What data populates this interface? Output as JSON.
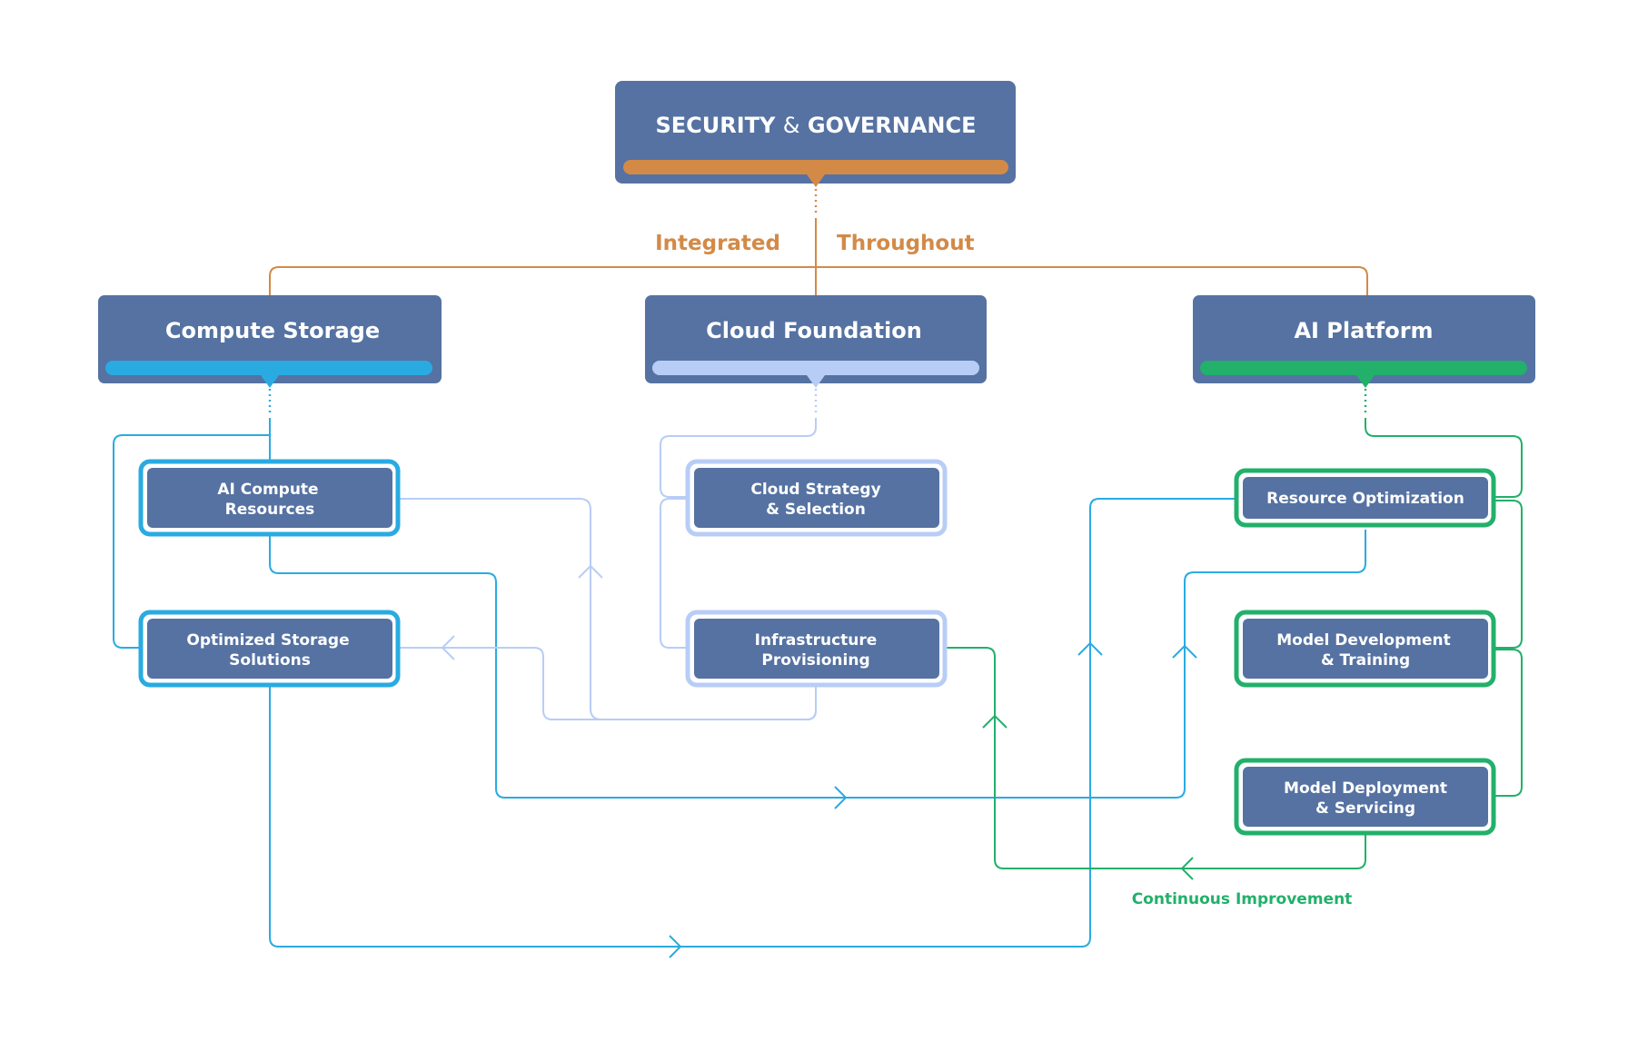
{
  "colors": {
    "node_fill": "#5572a2",
    "orange": "#d38a47",
    "blue": "#29abe2",
    "light_blue": "#b8cdf6",
    "green": "#22b06b",
    "text": "#ffffff"
  },
  "top": {
    "title_part1": "SECURITY",
    "title_amp": "&",
    "title_part2": "GOVERNANCE"
  },
  "connector_labels": {
    "left": "Integrated",
    "right": "Throughout",
    "feedback": "Continuous Improvement"
  },
  "pillars": {
    "compute": {
      "title": "Compute Storage"
    },
    "cloud": {
      "title": "Cloud Foundation"
    },
    "ai": {
      "title": "AI Platform"
    }
  },
  "nodes": {
    "ai_compute": {
      "line1": "AI Compute",
      "line2": "Resources"
    },
    "optimized_storage": {
      "line1": "Optimized Storage",
      "line2": "Solutions"
    },
    "cloud_strategy": {
      "line1": "Cloud Strategy",
      "line2": "& Selection"
    },
    "infra": {
      "line1": "Infrastructure",
      "line2": "Provisioning"
    },
    "resource_opt": {
      "line1": "Resource Optimization"
    },
    "model_dev": {
      "line1": "Model Development",
      "line2": "& Training"
    },
    "model_deploy": {
      "line1": "Model Deployment",
      "line2": "& Servicing"
    }
  }
}
